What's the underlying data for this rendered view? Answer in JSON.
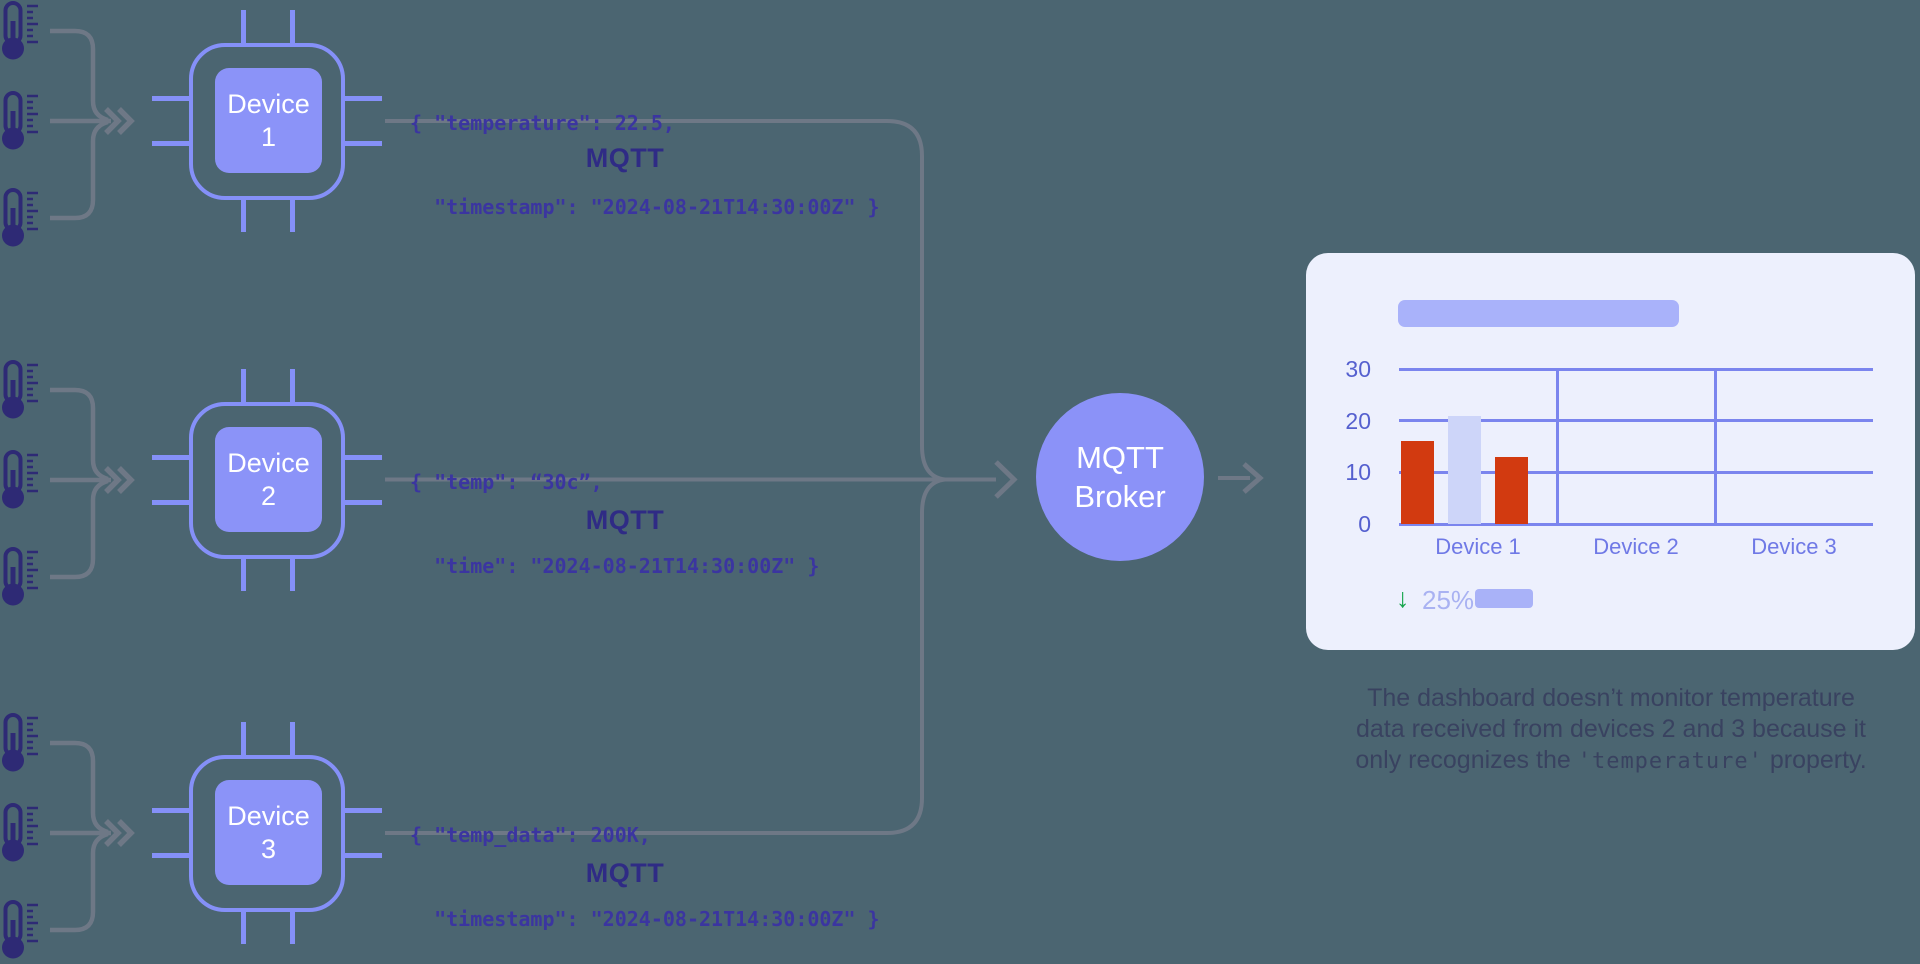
{
  "background_color": "#4b6571",
  "colors": {
    "connector_gray": "#6e7886",
    "thermometer_navy": "#2e2a75",
    "chip_border": "#8590f8",
    "chip_fill": "#8b93f8",
    "payload_text": "#3b35a0",
    "mqtt_label": "#2f2b85",
    "card_background": "#edf0fd",
    "grid_periwinkle": "#7b85ee",
    "bar_red": "#d23a10",
    "bar_lavender": "#cdd5f9",
    "trend_green": "#17a54d"
  },
  "clusters": [
    {
      "device_line1": "Device",
      "device_line2": "1",
      "payload_line1": "{ \"temperature\": 22.5,",
      "payload_line2": "  \"timestamp\": \"2024-08-21T14:30:00Z\" }",
      "protocol": "MQTT"
    },
    {
      "device_line1": "Device",
      "device_line2": "2",
      "payload_line1": "{ \"temp\": “30c”,",
      "payload_line2": "  \"time\": \"2024-08-21T14:30:00Z\" }",
      "protocol": "MQTT"
    },
    {
      "device_line1": "Device",
      "device_line2": "3",
      "payload_line1": "{ \"temp_data\": 200K,",
      "payload_line2": "  \"timestamp\": \"2024-08-21T14:30:00Z\" }",
      "protocol": "MQTT"
    }
  ],
  "broker": {
    "label_line1": "MQTT",
    "label_line2": "Broker"
  },
  "dashboard": {
    "trend": {
      "arrow": "↓",
      "value": "25%"
    },
    "chart_data": {
      "type": "bar",
      "title": "",
      "categories": [
        "Device 1",
        "Device 2",
        "Device 3"
      ],
      "bars": [
        {
          "category": "Device 1",
          "value": 16,
          "color": "#d23a10"
        },
        {
          "category": "Device 1",
          "value": 21,
          "color": "#cdd5f9"
        },
        {
          "category": "Device 1",
          "value": 13,
          "color": "#d23a10"
        }
      ],
      "yticks": [
        0,
        10,
        20,
        30
      ],
      "ylim": [
        0,
        30
      ],
      "grid": true,
      "legend": "none",
      "note": "Only Device 1 has bars; Device 2 and Device 3 sections are empty."
    }
  },
  "caption": {
    "line1": "The dashboard doesn’t monitor temperature",
    "line2": "data received from devices 2 and 3 because it",
    "line3_prefix": "only recognizes the ",
    "line3_code": "'temperature'",
    "line3_suffix": " property."
  }
}
